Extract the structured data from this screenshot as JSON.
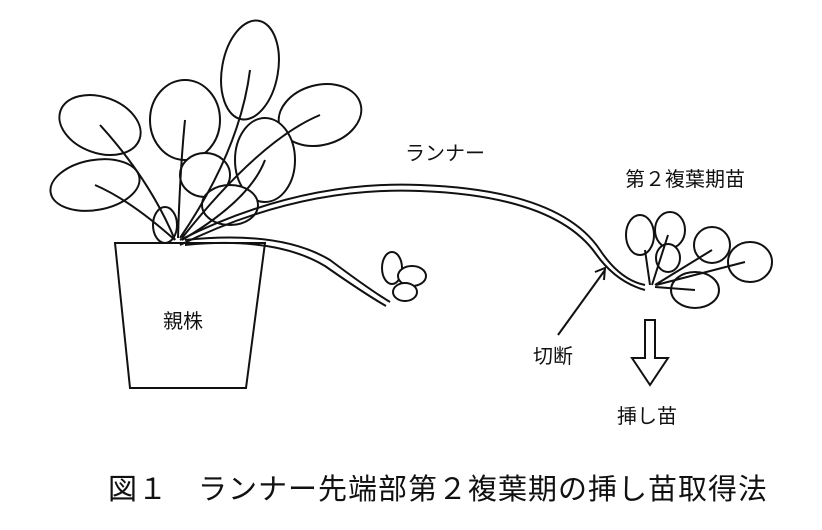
{
  "labels": {
    "runner": "ランナー",
    "seedling_stage": "第２複葉期苗",
    "mother_plant": "親株",
    "cut": "切断",
    "cutting": "挿し苗"
  },
  "caption": "図１　ランナー先端部第２複葉期の挿し苗取得法"
}
